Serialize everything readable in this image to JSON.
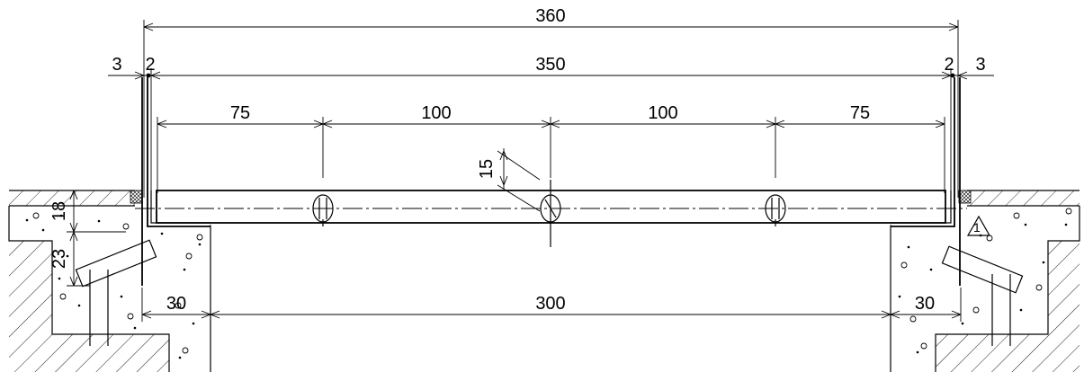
{
  "dimensions": {
    "overall_width": "360",
    "inner_width": "350",
    "left_gap": "3",
    "left_frame": "2",
    "right_frame": "2",
    "right_gap": "3",
    "seg_1": "75",
    "seg_2": "100",
    "seg_3": "100",
    "seg_4": "75",
    "bolt_angle_offset": "15",
    "cover_thickness": "18",
    "frame_depth": "23",
    "left_support": "30",
    "clear_opening": "300",
    "right_support": "30"
  },
  "symbols": {
    "warning_triangle": "1"
  }
}
